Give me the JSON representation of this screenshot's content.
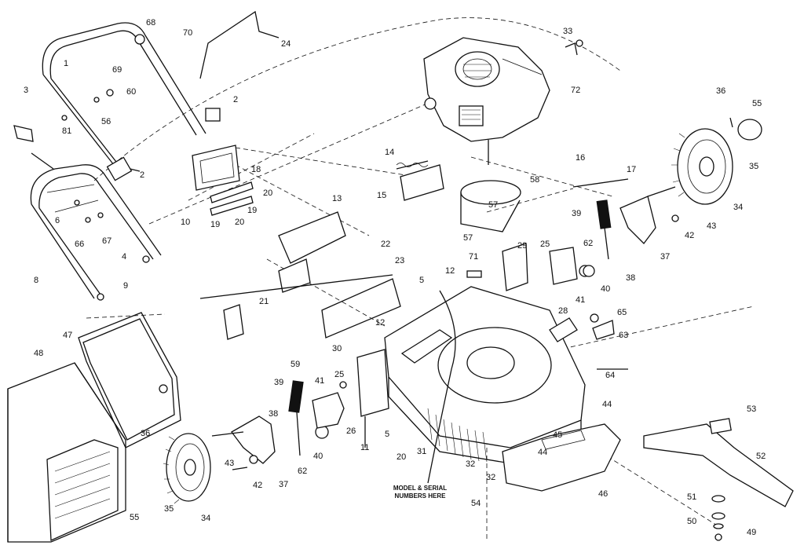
{
  "diagram": {
    "note_lines": [
      "MODEL & SERIAL",
      "NUMBERS HERE"
    ],
    "part_labels": [
      {
        "id": "p1",
        "text": "1"
      },
      {
        "id": "p2a",
        "text": "2"
      },
      {
        "id": "p2b",
        "text": "2"
      },
      {
        "id": "p3",
        "text": "3"
      },
      {
        "id": "p4",
        "text": "4"
      },
      {
        "id": "p5a",
        "text": "5"
      },
      {
        "id": "p5b",
        "text": "5"
      },
      {
        "id": "p6",
        "text": "6"
      },
      {
        "id": "p8",
        "text": "8"
      },
      {
        "id": "p9",
        "text": "9"
      },
      {
        "id": "p10",
        "text": "10"
      },
      {
        "id": "p11",
        "text": "11"
      },
      {
        "id": "p12a",
        "text": "12"
      },
      {
        "id": "p12b",
        "text": "12"
      },
      {
        "id": "p13",
        "text": "13"
      },
      {
        "id": "p14",
        "text": "14"
      },
      {
        "id": "p15",
        "text": "15"
      },
      {
        "id": "p16",
        "text": "16"
      },
      {
        "id": "p17",
        "text": "17"
      },
      {
        "id": "p18",
        "text": "18"
      },
      {
        "id": "p19a",
        "text": "19"
      },
      {
        "id": "p19b",
        "text": "19"
      },
      {
        "id": "p20a",
        "text": "20"
      },
      {
        "id": "p20b",
        "text": "20"
      },
      {
        "id": "p20c",
        "text": "20"
      },
      {
        "id": "p21",
        "text": "21"
      },
      {
        "id": "p22",
        "text": "22"
      },
      {
        "id": "p23",
        "text": "23"
      },
      {
        "id": "p24",
        "text": "24"
      },
      {
        "id": "p25a",
        "text": "25"
      },
      {
        "id": "p25b",
        "text": "25"
      },
      {
        "id": "p26",
        "text": "26"
      },
      {
        "id": "p28",
        "text": "28"
      },
      {
        "id": "p29",
        "text": "29"
      },
      {
        "id": "p30",
        "text": "30"
      },
      {
        "id": "p31",
        "text": "31"
      },
      {
        "id": "p32a",
        "text": "32"
      },
      {
        "id": "p32b",
        "text": "32"
      },
      {
        "id": "p33",
        "text": "33"
      },
      {
        "id": "p34a",
        "text": "34"
      },
      {
        "id": "p34b",
        "text": "34"
      },
      {
        "id": "p35a",
        "text": "35"
      },
      {
        "id": "p35b",
        "text": "35"
      },
      {
        "id": "p36a",
        "text": "36"
      },
      {
        "id": "p36b",
        "text": "36"
      },
      {
        "id": "p37a",
        "text": "37"
      },
      {
        "id": "p37b",
        "text": "37"
      },
      {
        "id": "p38a",
        "text": "38"
      },
      {
        "id": "p38b",
        "text": "38"
      },
      {
        "id": "p39a",
        "text": "39"
      },
      {
        "id": "p39b",
        "text": "39"
      },
      {
        "id": "p40a",
        "text": "40"
      },
      {
        "id": "p40b",
        "text": "40"
      },
      {
        "id": "p41a",
        "text": "41"
      },
      {
        "id": "p41b",
        "text": "41"
      },
      {
        "id": "p42a",
        "text": "42"
      },
      {
        "id": "p42b",
        "text": "42"
      },
      {
        "id": "p43a",
        "text": "43"
      },
      {
        "id": "p43b",
        "text": "43"
      },
      {
        "id": "p44a",
        "text": "44"
      },
      {
        "id": "p44b",
        "text": "44"
      },
      {
        "id": "p45",
        "text": "45"
      },
      {
        "id": "p46",
        "text": "46"
      },
      {
        "id": "p47",
        "text": "47"
      },
      {
        "id": "p48",
        "text": "48"
      },
      {
        "id": "p49",
        "text": "49"
      },
      {
        "id": "p50",
        "text": "50"
      },
      {
        "id": "p51",
        "text": "51"
      },
      {
        "id": "p52",
        "text": "52"
      },
      {
        "id": "p53",
        "text": "53"
      },
      {
        "id": "p54",
        "text": "54"
      },
      {
        "id": "p55a",
        "text": "55"
      },
      {
        "id": "p55b",
        "text": "55"
      },
      {
        "id": "p56",
        "text": "56"
      },
      {
        "id": "p57a",
        "text": "57"
      },
      {
        "id": "p57b",
        "text": "57"
      },
      {
        "id": "p58",
        "text": "58"
      },
      {
        "id": "p59",
        "text": "59"
      },
      {
        "id": "p60",
        "text": "60"
      },
      {
        "id": "p62a",
        "text": "62"
      },
      {
        "id": "p62b",
        "text": "62"
      },
      {
        "id": "p63",
        "text": "63"
      },
      {
        "id": "p64",
        "text": "64"
      },
      {
        "id": "p65",
        "text": "65"
      },
      {
        "id": "p66",
        "text": "66"
      },
      {
        "id": "p67",
        "text": "67"
      },
      {
        "id": "p68",
        "text": "68"
      },
      {
        "id": "p69",
        "text": "69"
      },
      {
        "id": "p70",
        "text": "70"
      },
      {
        "id": "p71",
        "text": "71"
      },
      {
        "id": "p72",
        "text": "72"
      },
      {
        "id": "p81",
        "text": "81"
      }
    ]
  }
}
